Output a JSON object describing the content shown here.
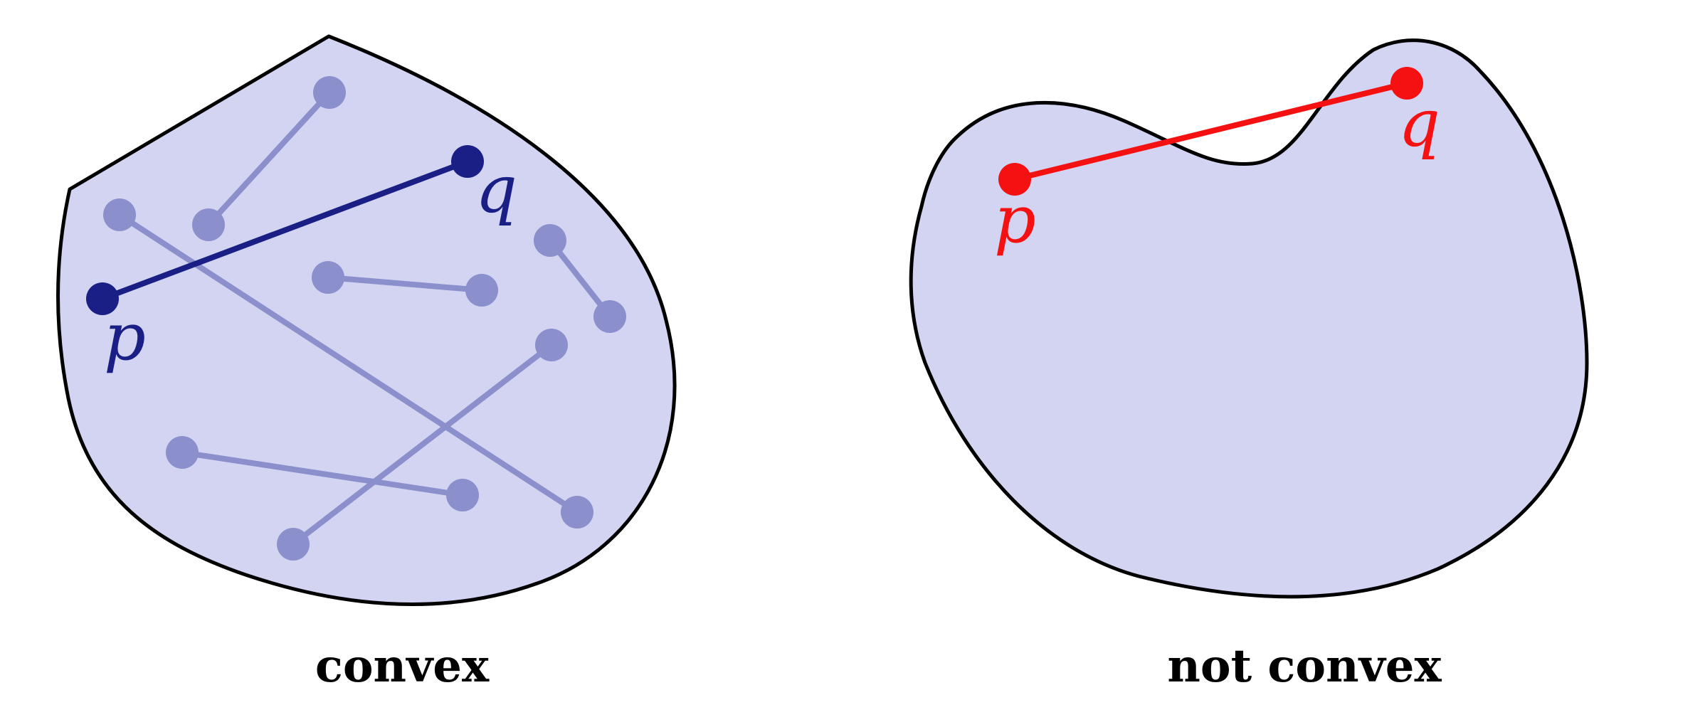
{
  "colors": {
    "shape_fill": "#d2d4f2",
    "shape_stroke": "#000000",
    "segment_light": "#8b8fcc",
    "segment_dark": "#1a1f86",
    "segment_invalid": "#f51111"
  },
  "convex_panel": {
    "caption": "convex",
    "point_p_label": "p",
    "point_q_label": "q"
  },
  "nonconvex_panel": {
    "caption": "not convex",
    "point_p_label": "p",
    "point_q_label": "q"
  }
}
